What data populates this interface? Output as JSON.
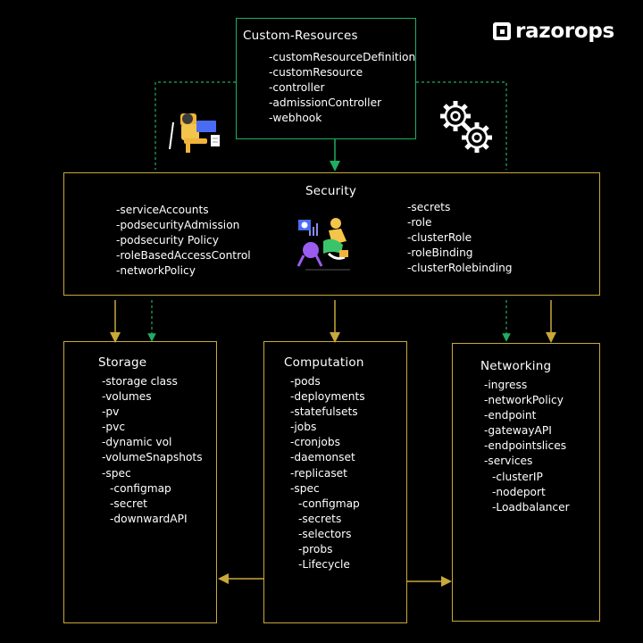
{
  "brand": {
    "name": "razorops"
  },
  "colors": {
    "gold": "#c9a83a",
    "green": "#1fae62",
    "k8s_blue": "#326ce5"
  },
  "icons": [
    "kubernetes-helm-icon",
    "kubernetes-helm-icon",
    "kubernetes-helm-icon",
    "developer-at-laptop-icon",
    "gears-icon",
    "security-analyst-icon"
  ],
  "custom_resources": {
    "title": "Custom-Resources",
    "items": [
      "-customResourceDefinition",
      "-customResource",
      "-controller",
      "-admissionController",
      "-webhook"
    ]
  },
  "security": {
    "title": "Security",
    "left_items": [
      "-serviceAccounts",
      "-podsecurityAdmission",
      "-podsecurity Policy",
      "-roleBasedAccessControl",
      "-networkPolicy"
    ],
    "right_items": [
      "-secrets",
      "-role",
      "-clusterRole",
      "-roleBinding",
      "-clusterRolebinding"
    ]
  },
  "storage": {
    "title": "Storage",
    "items": [
      "-storage class",
      "-volumes",
      "-pv",
      "-pvc",
      "-dynamic vol",
      "-volumeSnapshots",
      "-spec"
    ],
    "sub_items": [
      "-configmap",
      "-secret",
      "-downwardAPI"
    ]
  },
  "computation": {
    "title": "Computation",
    "items": [
      "-pods",
      "-deployments",
      "-statefulsets",
      "-jobs",
      "-cronjobs",
      "-daemonset",
      "-replicaset",
      "-spec"
    ],
    "sub_items": [
      "-configmap",
      "-secrets",
      "-selectors",
      "-probs",
      "-Lifecycle"
    ]
  },
  "networking": {
    "title": "Networking",
    "items": [
      "-ingress",
      "-networkPolicy",
      "-endpoint",
      "-gatewayAPI",
      "-endpointslices",
      "-services"
    ],
    "sub_items": [
      "-clusterIP",
      "-nodeport",
      "-Loadbalancer"
    ]
  }
}
